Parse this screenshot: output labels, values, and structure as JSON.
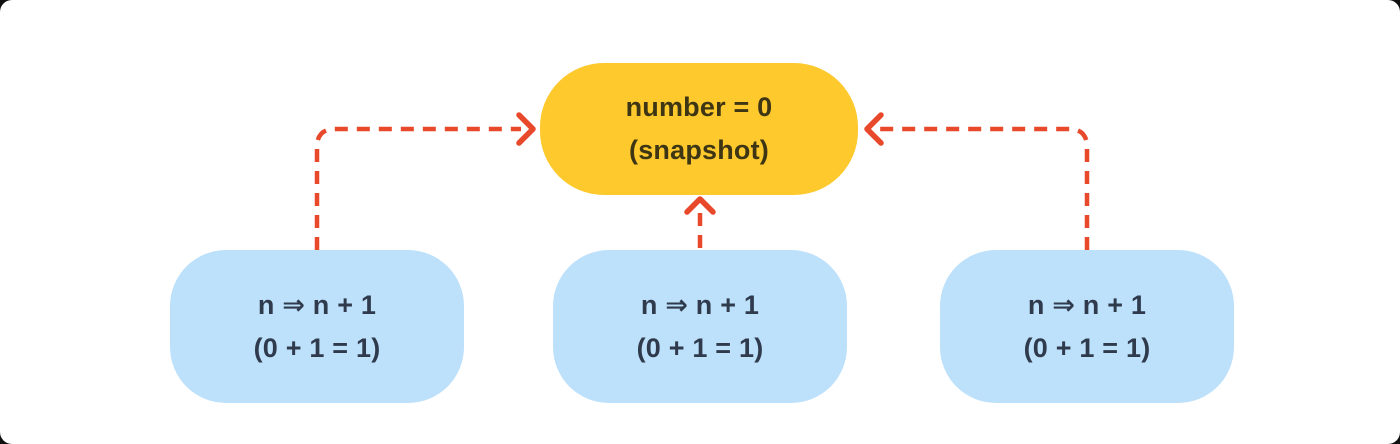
{
  "diagram": {
    "colors": {
      "background": "#ffffff",
      "snapshot_fill": "#FDC92D",
      "snapshot_text": "#3D3513",
      "caller_fill": "#BDE0FB",
      "caller_text": "#2F3B4C",
      "arrow": "#E8492A"
    },
    "snapshot_node": {
      "line1": "number = 0",
      "line2": "(snapshot)"
    },
    "caller_nodes": [
      {
        "line1": "n ⇒ n + 1",
        "line2": "(0 + 1 = 1)"
      },
      {
        "line1": "n ⇒ n + 1",
        "line2": "(0 + 1 = 1)"
      },
      {
        "line1": "n ⇒ n + 1",
        "line2": "(0 + 1 = 1)"
      }
    ]
  }
}
